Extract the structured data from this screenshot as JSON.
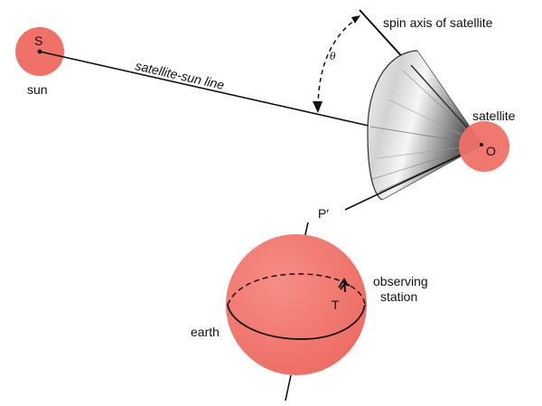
{
  "labels": {
    "sun_letter": "S",
    "sun": "sun",
    "satellite_sun_line": "satellite-sun line",
    "spin_axis": "spin axis of satellite",
    "theta": "θ",
    "satellite": "satellite",
    "satellite_letter": "O",
    "p_prime": "P′",
    "observing": "observing",
    "station": "station",
    "station_letter": "T",
    "earth": "earth"
  },
  "colors": {
    "body_fill": "#f07167",
    "ink": "#111111",
    "cone_light": "#f7f7f7",
    "cone_mid": "#b5b5b5",
    "cone_dark": "#4a4a4a"
  }
}
